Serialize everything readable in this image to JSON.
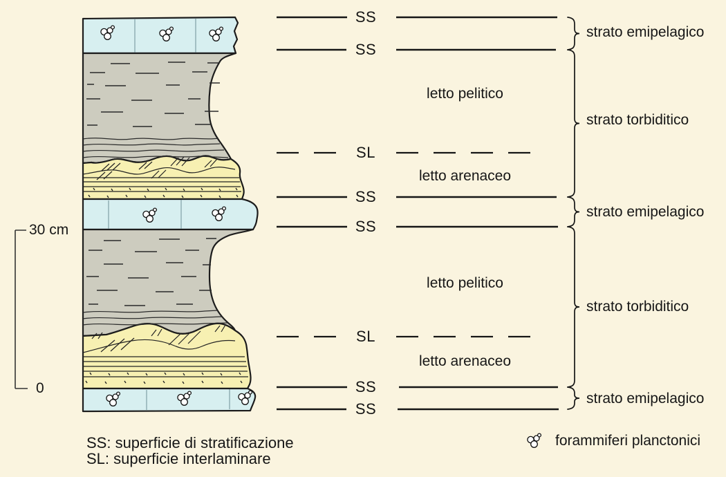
{
  "figure_type": "stratigraphic column of turbidite and hemipelagic beds",
  "scale_bar": {
    "top_label": "30 cm",
    "bottom_label": "0"
  },
  "surface_markers": [
    {
      "label": "SS",
      "style": "solid"
    },
    {
      "label": "SS",
      "style": "solid"
    },
    {
      "label": "SL",
      "style": "dashed"
    },
    {
      "label": "SS",
      "style": "solid"
    },
    {
      "label": "SS",
      "style": "solid"
    },
    {
      "label": "SL",
      "style": "dashed"
    },
    {
      "label": "SS",
      "style": "solid"
    },
    {
      "label": "SS",
      "style": "solid"
    }
  ],
  "bed_labels": [
    {
      "label": "letto pelitico"
    },
    {
      "label": "letto arenaceo"
    },
    {
      "label": "letto pelitico"
    },
    {
      "label": "letto arenaceo"
    }
  ],
  "strata_labels": [
    {
      "label": "strato emipelagico"
    },
    {
      "label": "strato torbiditico"
    },
    {
      "label": "strato emipelagico"
    },
    {
      "label": "strato torbiditico"
    },
    {
      "label": "strato emipelagico"
    }
  ],
  "column": {
    "lithology_sequence_top_to_bottom": [
      "hemipelagic",
      "pelite",
      "sandstone",
      "hemipelagic",
      "pelite",
      "sandstone",
      "hemipelagic"
    ]
  },
  "legend": {
    "ss_definition": "SS: superficie di stratificazione",
    "sl_definition": "SL: superficie interlaminare",
    "foram_label": "forammiferi planctonici"
  },
  "colors": {
    "background": "#faf4df",
    "hemipelagic": "#d7eff0",
    "pelite": "#cdccbf",
    "sandstone": "#f7f0b2",
    "outline": "#1c1c1c"
  }
}
